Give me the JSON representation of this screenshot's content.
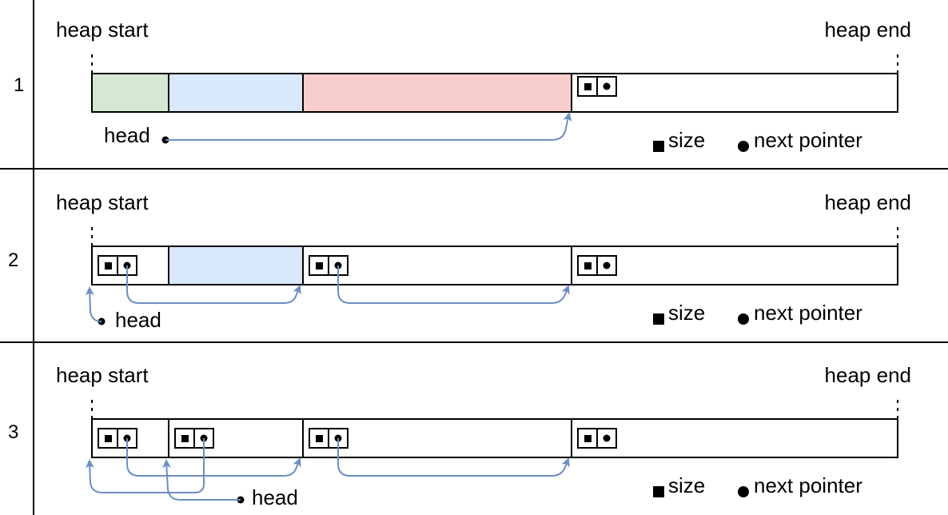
{
  "rows": [
    {
      "label": "1",
      "heap_start_label": "heap start",
      "heap_end_label": "heap end",
      "head_label": "head",
      "legend_size_label": "size",
      "legend_next_label": "next pointer"
    },
    {
      "label": "2",
      "heap_start_label": "heap start",
      "heap_end_label": "heap end",
      "head_label": "head",
      "legend_size_label": "size",
      "legend_next_label": "next pointer"
    },
    {
      "label": "3",
      "heap_start_label": "heap start",
      "heap_end_label": "heap end",
      "head_label": "head",
      "legend_size_label": "size",
      "legend_next_label": "next pointer"
    }
  ],
  "colors": {
    "green_block": "#d5e8d4",
    "blue_block": "#dae8fc",
    "red_block": "#f8cecc",
    "arrow": "#6c8ebf",
    "line": "#000000"
  }
}
